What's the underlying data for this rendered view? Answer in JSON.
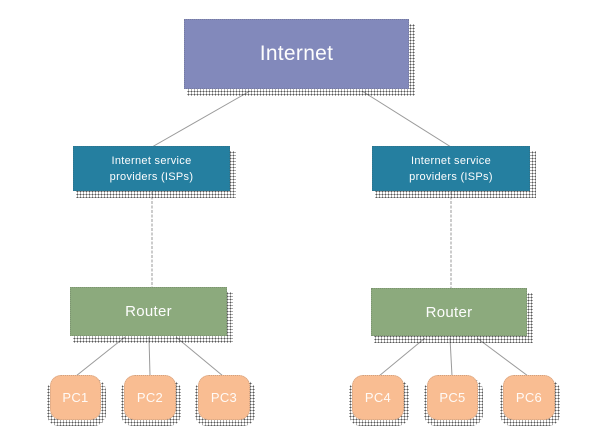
{
  "diagram": {
    "nodes": {
      "internet": "Internet",
      "isp_left": "Internet service providers (ISPs)",
      "isp_right": "Internet service providers (ISPs)",
      "router_left": "Router",
      "router_right": "Router",
      "pc1": "PC1",
      "pc2": "PC2",
      "pc3": "PC3",
      "pc4": "PC4",
      "pc5": "PC5",
      "pc6": "PC6"
    },
    "colors": {
      "internet_fill": "#8289bb",
      "isp_fill": "#257fa0",
      "router_fill": "#8caa7d",
      "pc_fill": "#f9bd92",
      "connector_line": "#9a9a9a",
      "label_text": "#ffffff",
      "background": "#ffffff"
    }
  }
}
